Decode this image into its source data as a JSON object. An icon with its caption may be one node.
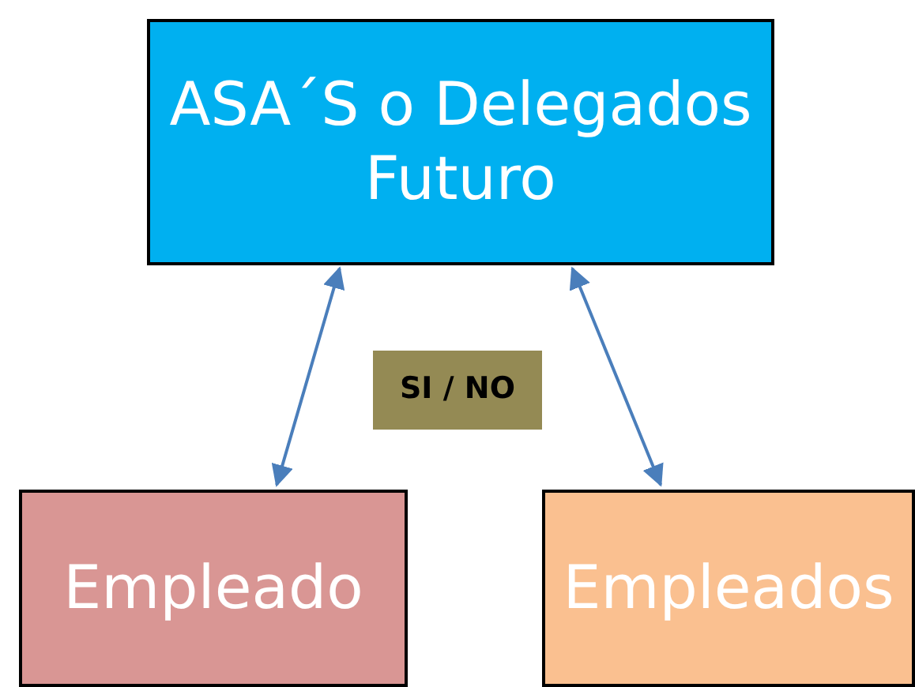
{
  "diagram": {
    "nodes": [
      {
        "text": [
          "ASA´S o Delegados Futuro"
        ]
      },
      {
        "text": [
          "SI / NO"
        ]
      },
      {
        "text": [
          "Empleado"
        ]
      },
      {
        "text": [
          "Empleados"
        ]
      }
    ],
    "edges": [
      {
        "from": 0,
        "to": 2,
        "arrow": "both"
      },
      {
        "from": 0,
        "to": 3,
        "arrow": "both"
      }
    ]
  }
}
